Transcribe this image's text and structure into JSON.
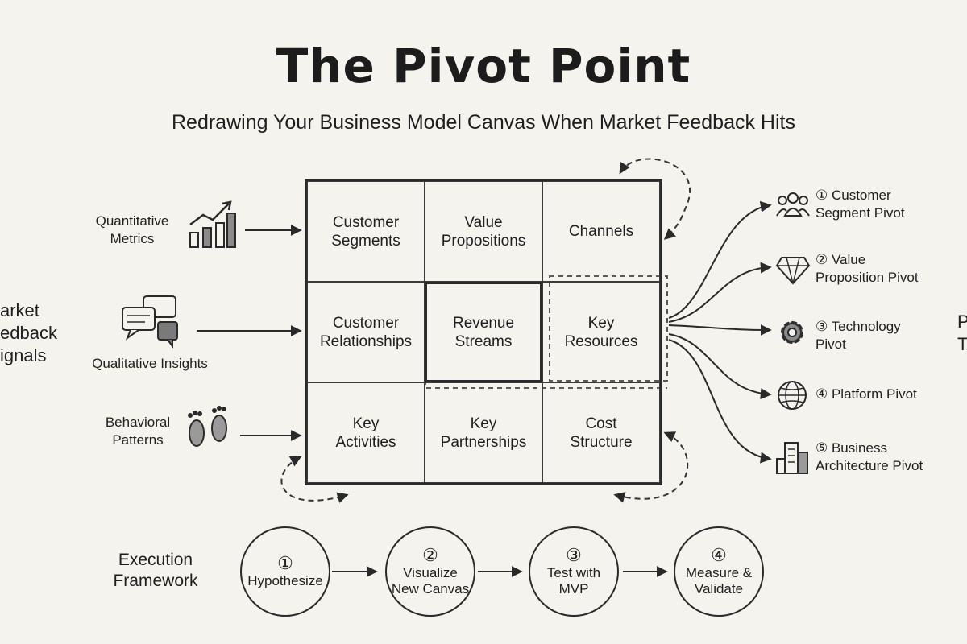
{
  "title": "The Pivot Point",
  "subtitle": "Redrawing Your Business Model Canvas When Market Feedback Hits",
  "left_edge_label": "arket\nedback\nignals",
  "right_edge_label": "P\nT",
  "inputs": [
    {
      "label": "Quantitative\nMetrics",
      "icon": "bar-chart-icon"
    },
    {
      "label": "Qualitative Insights",
      "icon": "speech-bubbles-icon"
    },
    {
      "label": "Behavioral\nPatterns",
      "icon": "footprints-icon"
    }
  ],
  "canvas": [
    "Customer\nSegments",
    "Value\nPropositions",
    "Channels",
    "Customer\nRelationships",
    "Revenue\nStreams",
    "Key\nResources",
    "Key\nActivities",
    "Key\nPartnerships",
    "Cost\nStructure"
  ],
  "pivots": [
    {
      "label": "① Customer\n    Segment Pivot",
      "icon": "people-icon"
    },
    {
      "label": "② Value\n    Proposition Pivot",
      "icon": "diamond-icon"
    },
    {
      "label": "③ Technology\n    Pivot",
      "icon": "gear-icon"
    },
    {
      "label": "④ Platform Pivot",
      "icon": "globe-icon"
    },
    {
      "label": "⑤ Business\n    Architecture Pivot",
      "icon": "building-icon"
    }
  ],
  "framework": {
    "title": "Execution\nFramework",
    "steps": [
      {
        "num": "①",
        "label": "Hypothesize"
      },
      {
        "num": "②",
        "label": "Visualize\nNew Canvas"
      },
      {
        "num": "③",
        "label": "Test with\nMVP"
      },
      {
        "num": "④",
        "label": "Measure &\nValidate"
      }
    ]
  }
}
